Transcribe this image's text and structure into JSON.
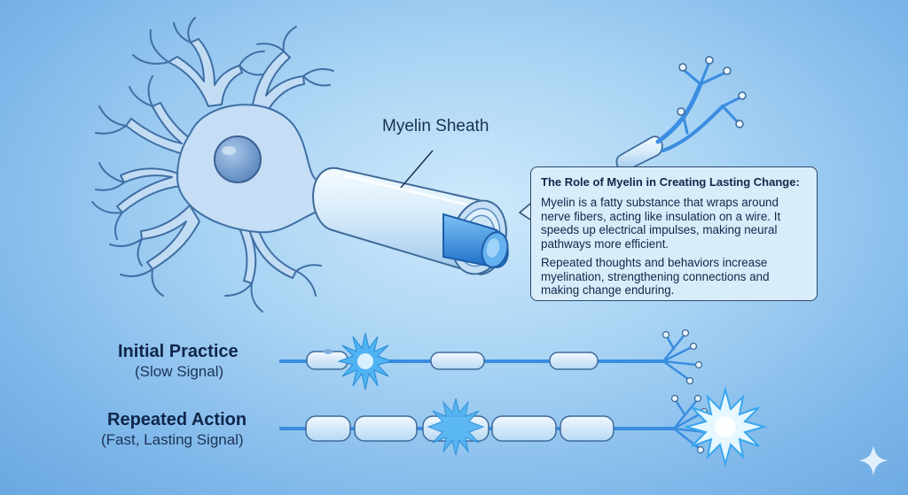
{
  "labels": {
    "myelin_sheath": "Myelin Sheath"
  },
  "info_box": {
    "title": "The Role of Myelin in Creating Lasting Change:",
    "paragraph_1": "Myelin is a fatty substance that wraps around nerve fibers, acting like insulation on a wire. It speeds up electrical impulses, making neural pathways more efficient.",
    "paragraph_2": "Repeated thoughts and behaviors increase myelination, strengthening connections and making change enduring."
  },
  "rows": {
    "initial": {
      "title": "Initial Practice",
      "subtitle": "(Slow Signal)"
    },
    "repeated": {
      "title": "Repeated Action",
      "subtitle": "(Fast, Lasting Signal)"
    }
  },
  "colors": {
    "axon_core": "#3a8de0",
    "sheath": "#dbeefb",
    "sheath_outline": "#3d6a99",
    "spark": "#4fb3f2",
    "text_dark": "#10264a"
  }
}
